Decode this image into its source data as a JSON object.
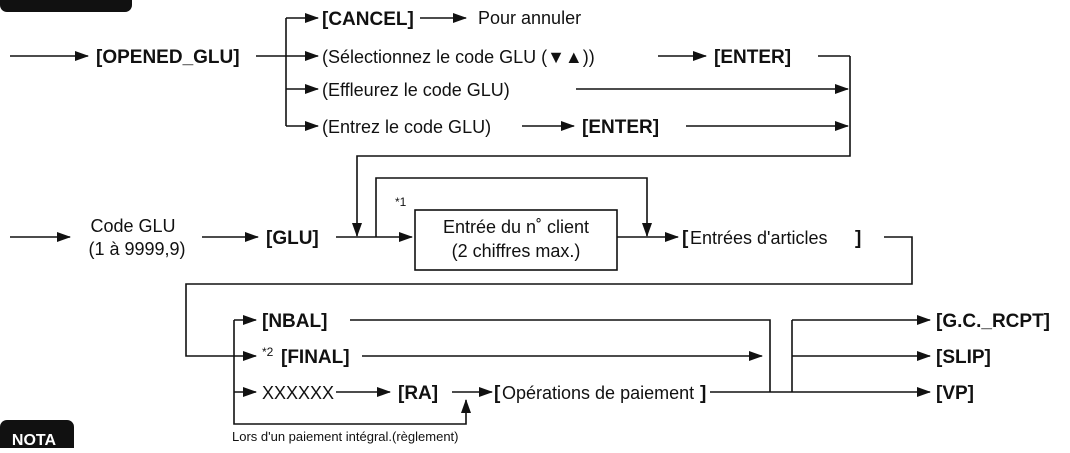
{
  "top_tab": "",
  "nota_tab": "NOTA",
  "row1": {
    "key_opened_glu": "[OPENED_GLU]",
    "key_cancel": "[CANCEL]",
    "cancel_text": "Pour annuler",
    "select_text": "(Sélectionnez le code GLU (▼▲))",
    "key_enter_a": "[ENTER]",
    "touch_text": "(Effleurez le code GLU)",
    "enter_text": "(Entrez le code GLU)",
    "key_enter_b": "[ENTER]"
  },
  "row2": {
    "code_line1": "Code GLU",
    "code_line2": "(1 à 9999,9)",
    "key_glu": "[GLU]",
    "note_ref": "*1",
    "customer_line1": "Entrée du n˚ client",
    "customer_line2": "(2 chiffres max.)",
    "items_open": "[",
    "items_text": "Entrées d'articles",
    "items_close": "]"
  },
  "row3": {
    "key_nbal": "[NBAL]",
    "final_ref": "*2",
    "key_final": "[FINAL]",
    "amount": "XXXXXX",
    "key_ra": "[RA]",
    "payment_open": "[",
    "payment_text": "Opérations de paiement",
    "payment_close": "]",
    "full_payment_note": "Lors d'un paiement intégral.(règlement)",
    "key_gc_rcpt": "[G.C._RCPT]",
    "key_slip": "[SLIP]",
    "key_vp": "[VP]"
  }
}
